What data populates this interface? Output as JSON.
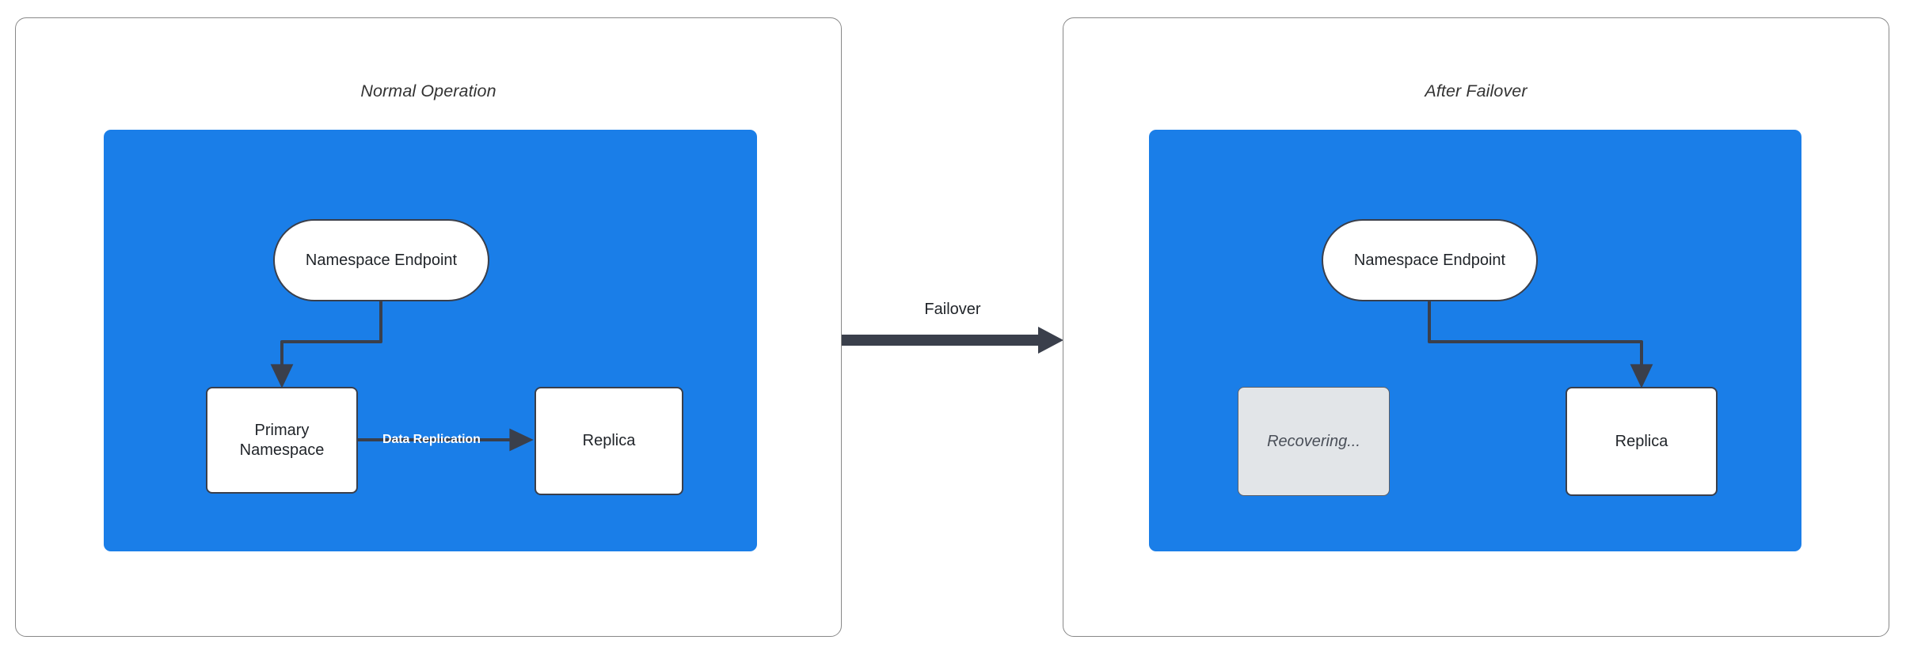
{
  "diagram": {
    "title_left": "Normal Operation",
    "title_right": "After Failover",
    "transition_label": "Failover",
    "colors": {
      "region": "#1a7ee8",
      "node_stroke": "#3a3f4b",
      "node_fill": "#ffffff",
      "ghost_fill": "#e2e5e8",
      "ghost_text": "#4a4f58",
      "panel_stroke": "#888888",
      "edge": "#3a3f4b",
      "edge_label": "#ffffff",
      "title_text": "#333333"
    }
  },
  "panel_left": {
    "title": "Normal Operation",
    "nodes": {
      "endpoint": "Namespace Endpoint",
      "primary": "Primary\nNamespace",
      "primary_line1": "Primary",
      "primary_line2": "Namespace",
      "replica": "Replica"
    },
    "edges": {
      "endpoint_to_primary": "",
      "replication": "Data Replication"
    }
  },
  "panel_right": {
    "title": "After Failover",
    "nodes": {
      "endpoint": "Namespace Endpoint",
      "recovering": "Recovering...",
      "replica": "Replica"
    },
    "edges": {
      "endpoint_to_replica": ""
    }
  }
}
